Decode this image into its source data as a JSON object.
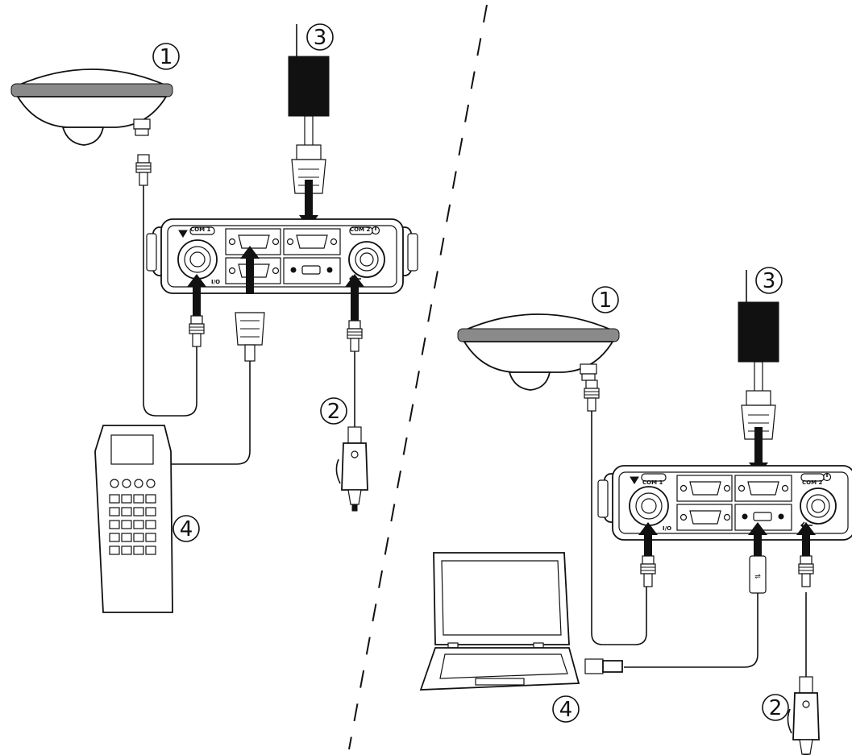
{
  "diagrams": {
    "left": {
      "callouts": [
        "1",
        "2",
        "3",
        "4"
      ],
      "port_labels": {
        "com1": "COM 1",
        "com2": "COM 2",
        "io": "I/O"
      }
    },
    "right": {
      "callouts": [
        "1",
        "2",
        "3",
        "4"
      ],
      "port_labels": {
        "com1": "COM 1",
        "com2": "COM 2",
        "io": "I/O"
      }
    }
  },
  "icons": {
    "antenna": "gnss-antenna-icon",
    "receiver": "gnss-receiver-icon",
    "power_supply": "power-supply-icon",
    "car_adapter": "car-power-adapter-icon",
    "handheld": "handheld-controller-icon",
    "laptop": "laptop-icon",
    "usb": "usb-symbol-icon",
    "power": "power-symbol-icon",
    "arrow": "connection-arrow-icon"
  },
  "colors": {
    "line": "#111111",
    "antenna_band": "#8a8a8a",
    "background": "#ffffff"
  }
}
